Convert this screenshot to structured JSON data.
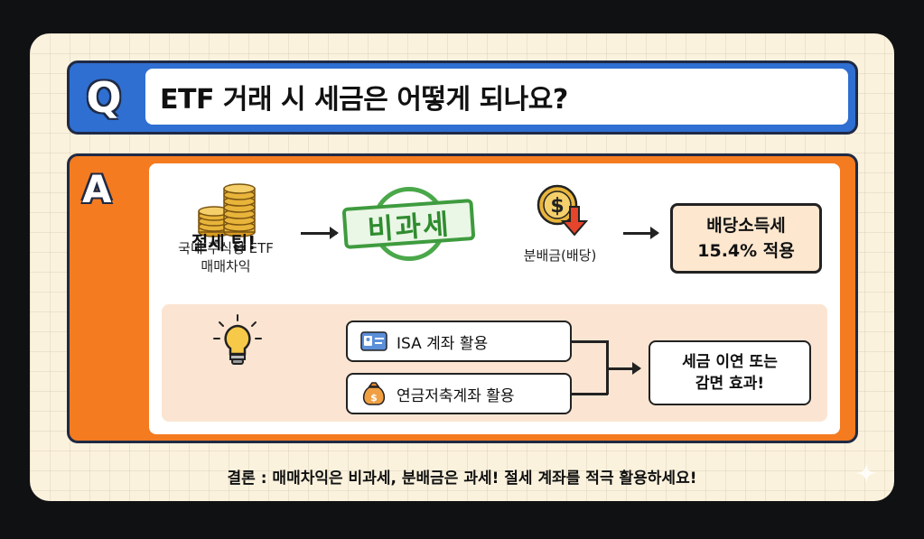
{
  "question": {
    "badge": "Q",
    "text": "ETF 거래 시 세금은 어떻게 되나요?"
  },
  "answer": {
    "badge": "A",
    "coins": {
      "line1": "국내 주식형 ETF",
      "line2": "매매차익"
    },
    "stamp": "비과세",
    "dividend": {
      "label": "분배금(배당)"
    },
    "tax": {
      "line1": "배당소득세",
      "line2": "15.4% 적용"
    },
    "tips": {
      "title": "절세 팁!",
      "items": [
        "ISA 계좌 활용",
        "연금저축계좌 활용"
      ],
      "effect": {
        "line1": "세금 이연 또는",
        "line2": "감면 효과!"
      }
    }
  },
  "conclusion": "결론 : 매매차익은 비과세, 분배금은 과세! 절세 계좌를 적극 활용하세요!",
  "colors": {
    "question_blue": "#2f6fd1",
    "answer_orange": "#f47b20",
    "stamp_green": "#3e9b3e",
    "coin_gold": "#e8b43a",
    "down_arrow_red": "#e4452b"
  },
  "icons": [
    "coins-stack-icon",
    "dollar-coin-down-arrow-icon",
    "lightbulb-icon",
    "id-card-icon",
    "money-bag-icon"
  ]
}
